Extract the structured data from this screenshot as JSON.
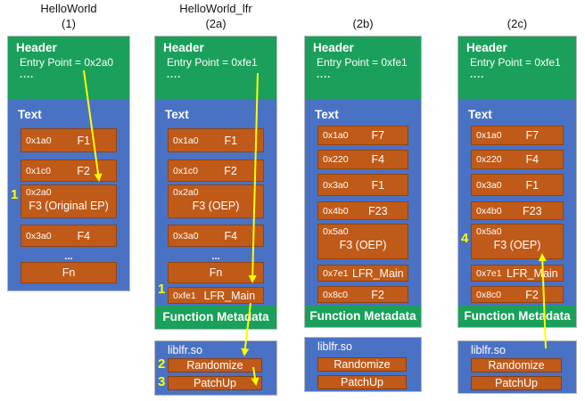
{
  "c1": {
    "title": "HelloWorld",
    "number": "(1)",
    "header": {
      "label": "Header",
      "entry": "Entry Point = 0x2a0",
      "dots": "...."
    },
    "text_label": "Text",
    "f": [
      {
        "addr": "0x1a0",
        "name": "F1"
      },
      {
        "addr": "0x1c0",
        "name": "F2"
      },
      {
        "addr": "0x2a0",
        "name": "F3 (Original EP)"
      },
      {
        "addr": "0x3a0",
        "name": "F4"
      },
      {
        "name": "..."
      },
      {
        "name": "Fn"
      }
    ],
    "step_f3": "1"
  },
  "c2a": {
    "title": "HelloWorld_lfr",
    "number": "(2a)",
    "header": {
      "label": "Header",
      "entry": "Entry Point = 0xfe1",
      "dots": "...."
    },
    "text_label": "Text",
    "f": [
      {
        "addr": "0x1a0",
        "name": "F1"
      },
      {
        "addr": "0x1c0",
        "name": "F2"
      },
      {
        "addr": "0x2a0",
        "name": "F3 (OEP)"
      },
      {
        "addr": "0x3a0",
        "name": "F4"
      },
      {
        "name": "..."
      },
      {
        "name": "Fn"
      },
      {
        "addr": "0xfe1",
        "name": "LFR_Main"
      }
    ],
    "step_lfr": "1",
    "metadata": "Function Metadata",
    "lib": {
      "name": "liblfr.so",
      "fn1": "Randomize",
      "fn2": "PatchUp",
      "step1": "2",
      "step2": "3"
    }
  },
  "c2b": {
    "number": "(2b)",
    "header": {
      "label": "Header",
      "entry": "Entry Point = 0xfe1",
      "dots": "...."
    },
    "text_label": "Text",
    "f": [
      {
        "addr": "0x1a0",
        "name": "F7"
      },
      {
        "addr": "0x220",
        "name": "F4"
      },
      {
        "addr": "0x3a0",
        "name": "F1"
      },
      {
        "addr": "0x4b0",
        "name": "F23"
      },
      {
        "addr": "0x5a0",
        "name": "F3 (OEP)"
      },
      {
        "addr": "0x7e1",
        "name": "LFR_Main"
      },
      {
        "addr": "0x8c0",
        "name": "F2"
      }
    ],
    "metadata": "Function Metadata",
    "lib": {
      "name": "liblfr.so",
      "fn1": "Randomize",
      "fn2": "PatchUp"
    }
  },
  "c2c": {
    "number": "(2c)",
    "header": {
      "label": "Header",
      "entry": "Entry Point = 0xfe1",
      "dots": "...."
    },
    "text_label": "Text",
    "f": [
      {
        "addr": "0x1a0",
        "name": "F7"
      },
      {
        "addr": "0x220",
        "name": "F4"
      },
      {
        "addr": "0x3a0",
        "name": "F1"
      },
      {
        "addr": "0x4b0",
        "name": "F23"
      },
      {
        "addr": "0x5a0",
        "name": "F3 (OEP)"
      },
      {
        "addr": "0x7e1",
        "name": "LFR_Main"
      },
      {
        "addr": "0x8c0",
        "name": "F2"
      }
    ],
    "step_f3": "4",
    "metadata": "Function Metadata",
    "lib": {
      "name": "liblfr.so",
      "fn1": "Randomize",
      "fn2": "PatchUp"
    }
  },
  "colors": {
    "green": "#1aa05a",
    "blue": "#4a72c4",
    "orange": "#c05a18",
    "yellow": "#ffff00"
  }
}
